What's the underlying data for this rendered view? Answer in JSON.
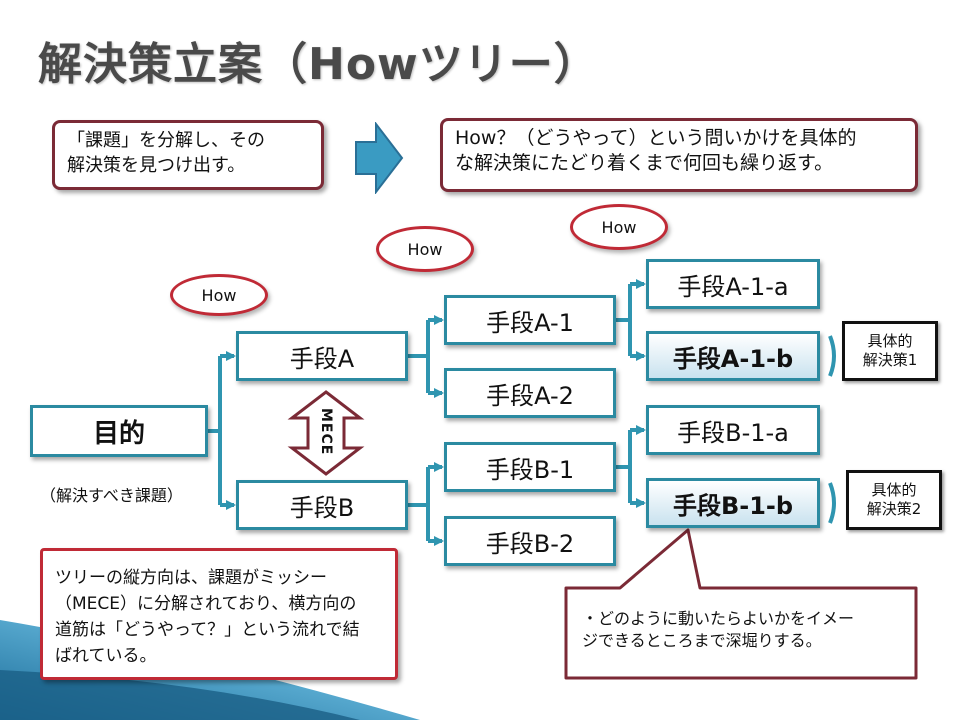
{
  "title": "解決策立案（Howツリー）",
  "intro": {
    "line1": "「課題」を分解し、その",
    "line2": "解決策を見つけ出す。"
  },
  "repeat": {
    "line1": "How？（どうやって）という問いかけを具体的",
    "line2": "な解決策にたどり着くまで何回も繰り返す。"
  },
  "how_label": "How",
  "nodes": {
    "goal": "目的",
    "goal_sub": "（解決すべき課題）",
    "a": "手段A",
    "b": "手段B",
    "a1": "手段A-1",
    "a2": "手段A-2",
    "b1": "手段B-1",
    "b2": "手段B-2",
    "a1a": "手段A-1-a",
    "a1b": "手段A-1-b",
    "b1a": "手段B-1-a",
    "b1b": "手段B-1-b"
  },
  "mece": "MECE",
  "solutions": [
    {
      "line1": "具体的",
      "line2": "解決策1"
    },
    {
      "line1": "具体的",
      "line2": "解決策2"
    }
  ],
  "left_note": {
    "line1": "ツリーの縦方向は、課題がミッシー",
    "line2": "（MECE）に分解されており、横方向の",
    "line3": "道筋は「どうやって？」という流れで結",
    "line4": "ばれている。"
  },
  "right_note": {
    "line1": "・どのように動いたらよいかをイメー",
    "line2": "ジできるところまで深堀りする。"
  },
  "colors": {
    "node_border": "#2b8aa1",
    "connector": "#2f95b0",
    "callout_border": "#7b2a36",
    "ellipse_border": "#c02a36",
    "blue_arrow": "#3a9bc2"
  }
}
